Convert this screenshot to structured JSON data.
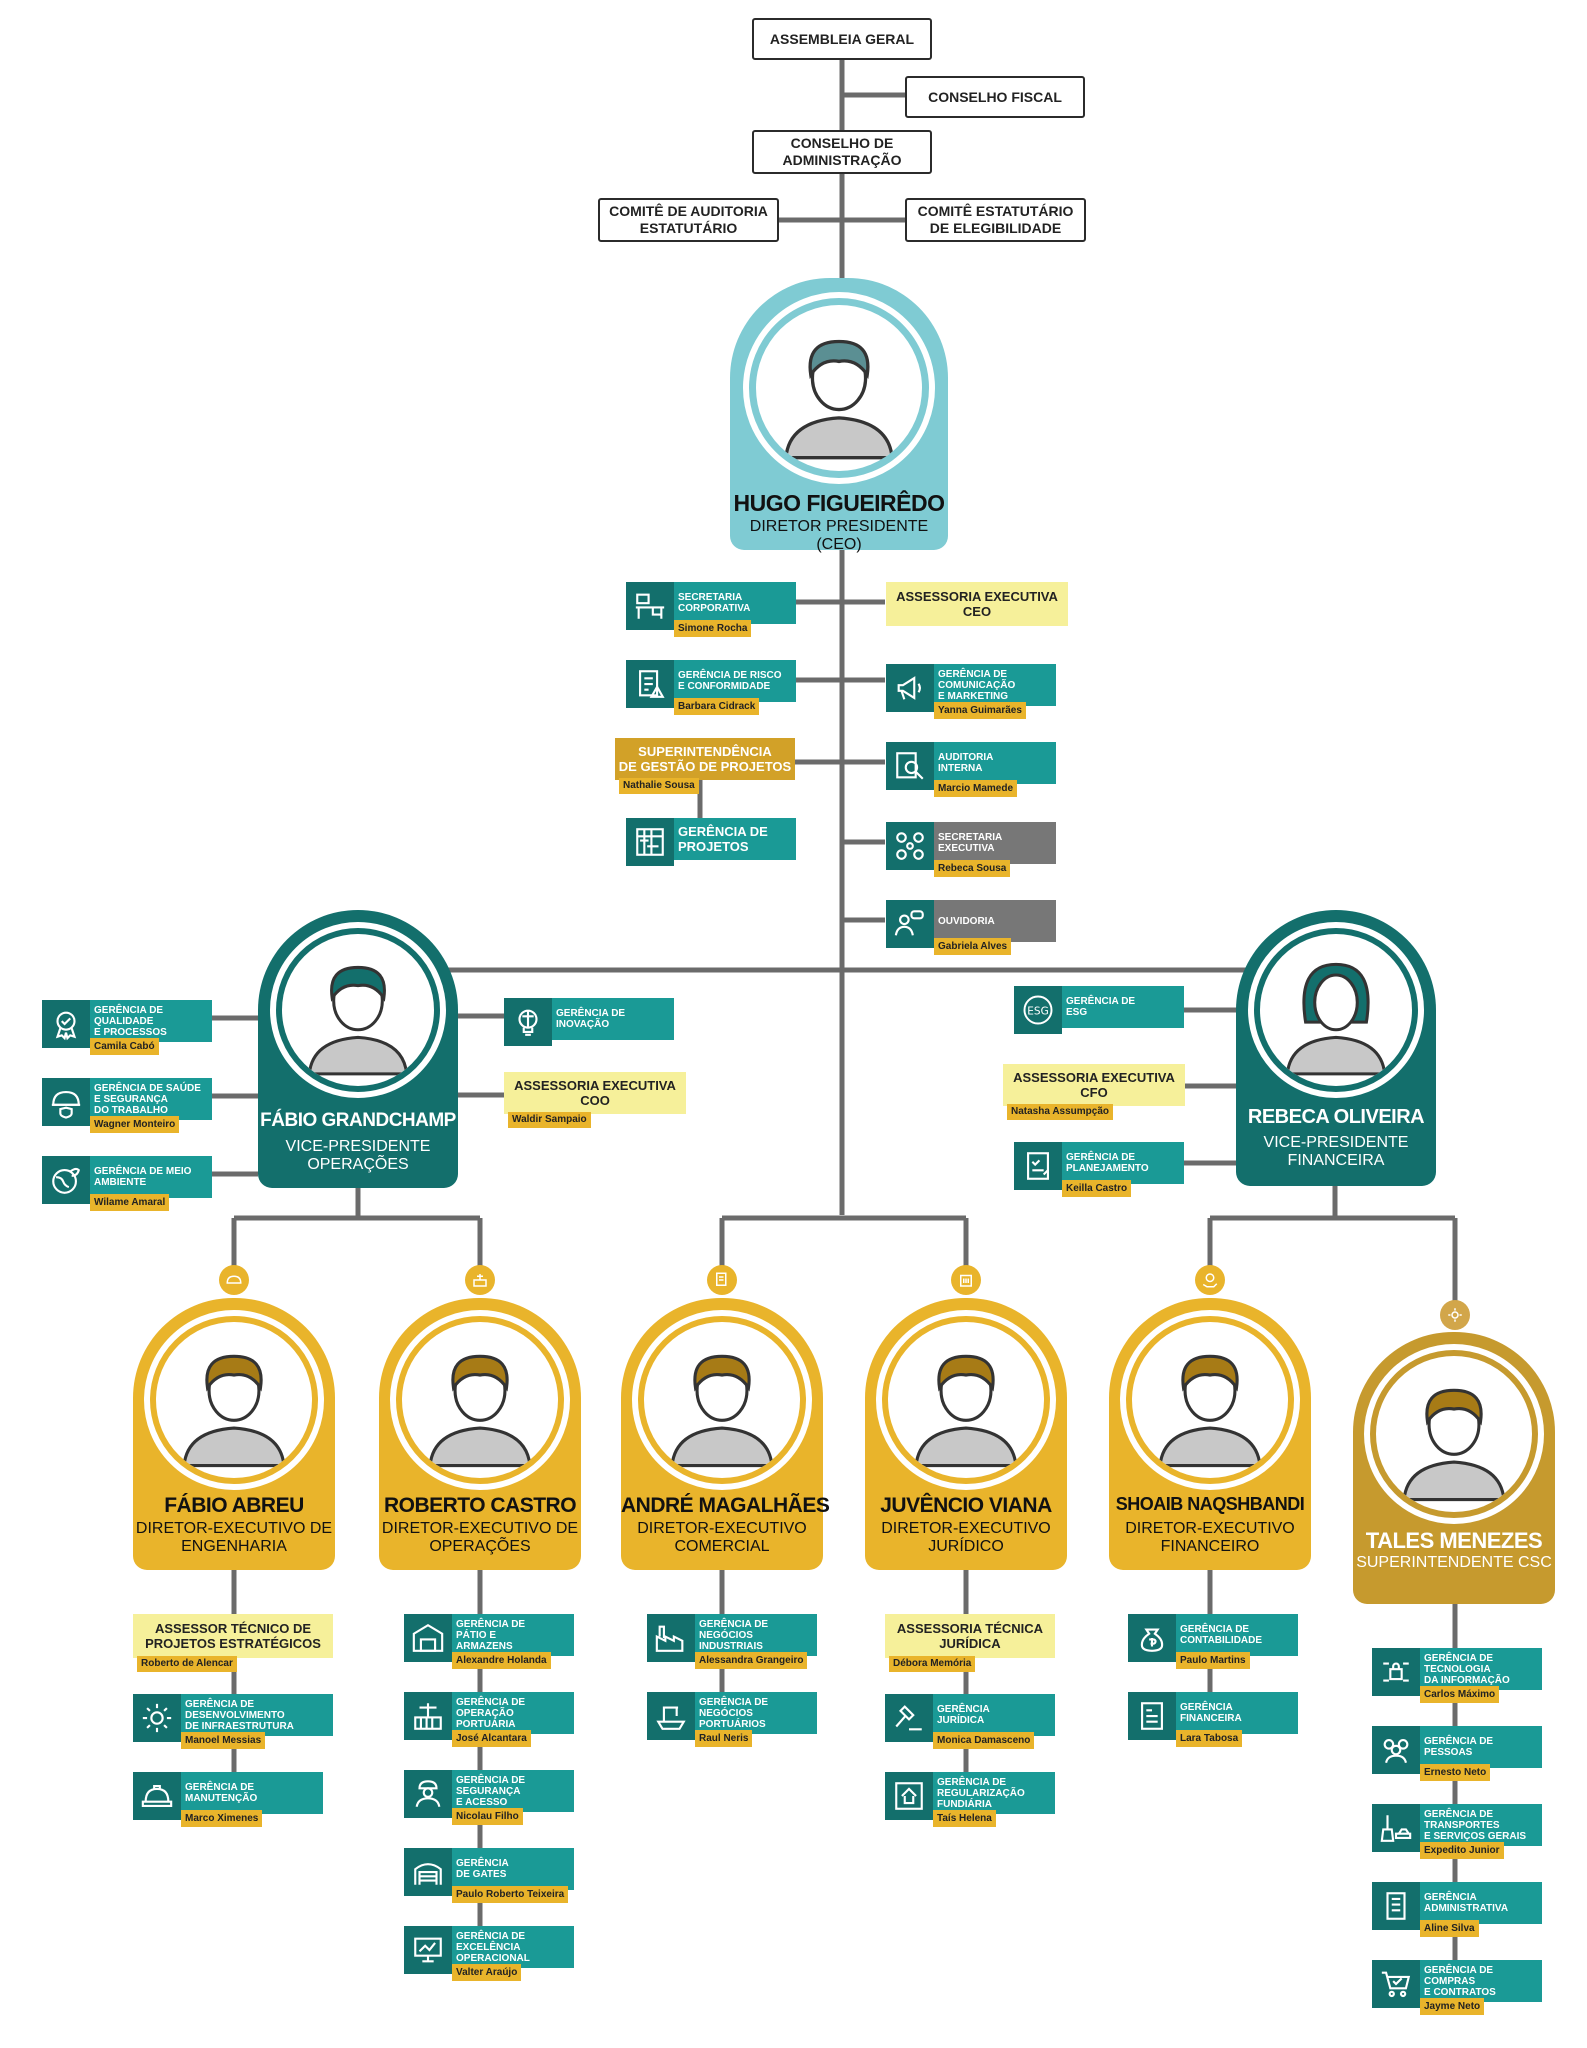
{
  "governance": {
    "assembleia": "ASSEMBLEIA GERAL",
    "conselho_fiscal": "CONSELHO FISCAL",
    "conselho_admin": "CONSELHO DE\nADMINISTRAÇÃO",
    "comite_auditoria": "COMITÊ DE AUDITORIA\nESTATUTÁRIO",
    "comite_elegibilidade": "COMITÊ ESTATUTÁRIO\nDE ELEGIBILIDADE"
  },
  "ceo": {
    "name": "HUGO FIGUEIRÊDO",
    "role": "DIRETOR PRESIDENTE (CEO)"
  },
  "ceo_units": {
    "secretaria_corporativa": {
      "label": "SECRETARIA\nCORPORATIVA",
      "manager": "Simone Rocha"
    },
    "assessoria_ceo": {
      "label": "ASSESSORIA EXECUTIVA\nCEO"
    },
    "risco": {
      "label": "GERÊNCIA DE RISCO\nE CONFORMIDADE",
      "manager": "Barbara Cidrack"
    },
    "comunicacao": {
      "label": "GERÊNCIA DE\nCOMUNICAÇÃO\nE MARKETING",
      "manager": "Yanna Guimarães"
    },
    "superintendencia_projetos": {
      "label": "SUPERINTENDÊNCIA\nDE GESTÃO DE PROJETOS",
      "manager": "Nathalie Sousa"
    },
    "auditoria": {
      "label": "AUDITORIA\nINTERNA",
      "manager": "Marcio Mamede"
    },
    "gerencia_projetos": {
      "label": "GERÊNCIA DE\nPROJETOS"
    },
    "secretaria_executiva": {
      "label": "SECRETARIA\nEXECUTIVA",
      "manager": "Rebeca Sousa"
    },
    "ouvidoria": {
      "label": "OUVIDORIA",
      "manager": "Gabriela Alves"
    }
  },
  "vp_ops": {
    "name": "FÁBIO GRANDCHAMP",
    "role": "VICE-PRESIDENTE\nOPERAÇÕES"
  },
  "vp_ops_units": {
    "qualidade": {
      "label": "GERÊNCIA DE\nQUALIDADE\nE PROCESSOS",
      "manager": "Camila Cabó"
    },
    "seguranca": {
      "label": "GERÊNCIA DE SAÚDE\nE SEGURANÇA\nDO TRABALHO",
      "manager": "Wagner Monteiro"
    },
    "meio_ambiente": {
      "label": "GERÊNCIA DE MEIO\nAMBIENTE",
      "manager": "Wilame Amaral"
    },
    "inovacao": {
      "label": "GERÊNCIA DE\nINOVAÇÃO"
    },
    "assessoria_coo": {
      "label": "ASSESSORIA EXECUTIVA\nCOO",
      "manager": "Waldir Sampaio"
    }
  },
  "vp_fin": {
    "name": "REBECA OLIVEIRA",
    "role": "VICE-PRESIDENTE\nFINANCEIRA"
  },
  "vp_fin_units": {
    "esg": {
      "label": "GERÊNCIA DE\nESG"
    },
    "assessoria_cfo": {
      "label": "ASSESSORIA EXECUTIVA\nCFO",
      "manager": "Natasha Assumpção"
    },
    "planejamento": {
      "label": "GERÊNCIA DE\nPLANEJAMENTO",
      "manager": "Keilla Castro"
    }
  },
  "execs": {
    "eng": {
      "name": "FÁBIO ABREU",
      "role": "DIRETOR-EXECUTIVO DE\nENGENHARIA"
    },
    "ops": {
      "name": "ROBERTO CASTRO",
      "role": "DIRETOR-EXECUTIVO DE\nOPERAÇÕES"
    },
    "com": {
      "name": "ANDRÉ MAGALHÃES",
      "role": "DIRETOR-EXECUTIVO\nCOMERCIAL"
    },
    "jur": {
      "name": "JUVÊNCIO VIANA",
      "role": "DIRETOR-EXECUTIVO\nJURÍDICO"
    },
    "fin": {
      "name": "SHOAIB NAQSHBANDI",
      "role": "DIRETOR-EXECUTIVO\nFINANCEIRO"
    },
    "csc": {
      "name": "TALES MENEZES",
      "role": "SUPERINTENDENTE CSC"
    }
  },
  "eng_units": {
    "assessor": {
      "label": "ASSESSOR TÉCNICO DE\nPROJETOS ESTRATÉGICOS",
      "manager": "Roberto de Alencar"
    },
    "infra": {
      "label": "GERÊNCIA DE\nDESENVOLVIMENTO\nDE INFRAESTRUTURA",
      "manager": "Manoel Messias"
    },
    "manutencao": {
      "label": "GERÊNCIA DE\nMANUTENÇÃO",
      "manager": "Marco Ximenes"
    }
  },
  "ops_units": {
    "patio": {
      "label": "GERÊNCIA DE\nPÁTIO E\nARMAZENS",
      "manager": "Alexandre Holanda"
    },
    "portuaria": {
      "label": "GERÊNCIA DE\nOPERAÇÃO\nPORTUÁRIA",
      "manager": "José Alcantara"
    },
    "acesso": {
      "label": "GERÊNCIA DE\nSEGURANÇA\nE ACESSO",
      "manager": "Nicolau Filho"
    },
    "gates": {
      "label": "GERÊNCIA\nDE GATES",
      "manager": "Paulo Roberto Teixeira"
    },
    "excelencia": {
      "label": "GERÊNCIA DE\nEXCELÊNCIA\nOPERACIONAL",
      "manager": "Valter Araújo"
    }
  },
  "com_units": {
    "industriais": {
      "label": "GERÊNCIA DE\nNEGÓCIOS\nINDUSTRIAIS",
      "manager": "Alessandra Grangeiro"
    },
    "portuarios": {
      "label": "GERÊNCIA DE\nNEGÓCIOS\nPORTUÁRIOS",
      "manager": "Raul Neris"
    }
  },
  "jur_units": {
    "assessoria": {
      "label": "ASSESSORIA TÉCNICA\nJURÍDICA",
      "manager": "Débora Memória"
    },
    "juridica": {
      "label": "GERÊNCIA\nJURÍDICA",
      "manager": "Monica Damasceno"
    },
    "fundiaria": {
      "label": "GERÊNCIA DE\nREGULARIZAÇÃO\nFUNDIÁRIA",
      "manager": "Taís Helena"
    }
  },
  "fin_units": {
    "contabilidade": {
      "label": "GERÊNCIA DE\nCONTABILIDADE",
      "manager": "Paulo Martins"
    },
    "financeira": {
      "label": "GERÊNCIA\nFINANCEIRA",
      "manager": "Lara Tabosa"
    }
  },
  "csc_units": {
    "ti": {
      "label": "GERÊNCIA DE\nTECNOLOGIA\nDA INFORMAÇÃO",
      "manager": "Carlos Máximo"
    },
    "pessoas": {
      "label": "GERÊNCIA DE\nPESSOAS",
      "manager": "Ernesto Neto"
    },
    "transportes": {
      "label": "GERÊNCIA DE\nTRANSPORTES\nE SERVIÇOS GERAIS",
      "manager": "Expedito Junior"
    },
    "administrativa": {
      "label": "GERÊNCIA\nADMINISTRATIVA",
      "manager": "Aline Silva"
    },
    "compras": {
      "label": "GERÊNCIA DE\nCOMPRAS\nE CONTRATOS",
      "manager": "Jayme Neto"
    }
  },
  "colors": {
    "teal_dark": "#136f6c",
    "teal": "#1a9a96",
    "gold": "#e9b42b",
    "light_yellow": "#f6f09a",
    "ceo_blue": "#7fcbd3",
    "line": "#6b6b6b"
  }
}
